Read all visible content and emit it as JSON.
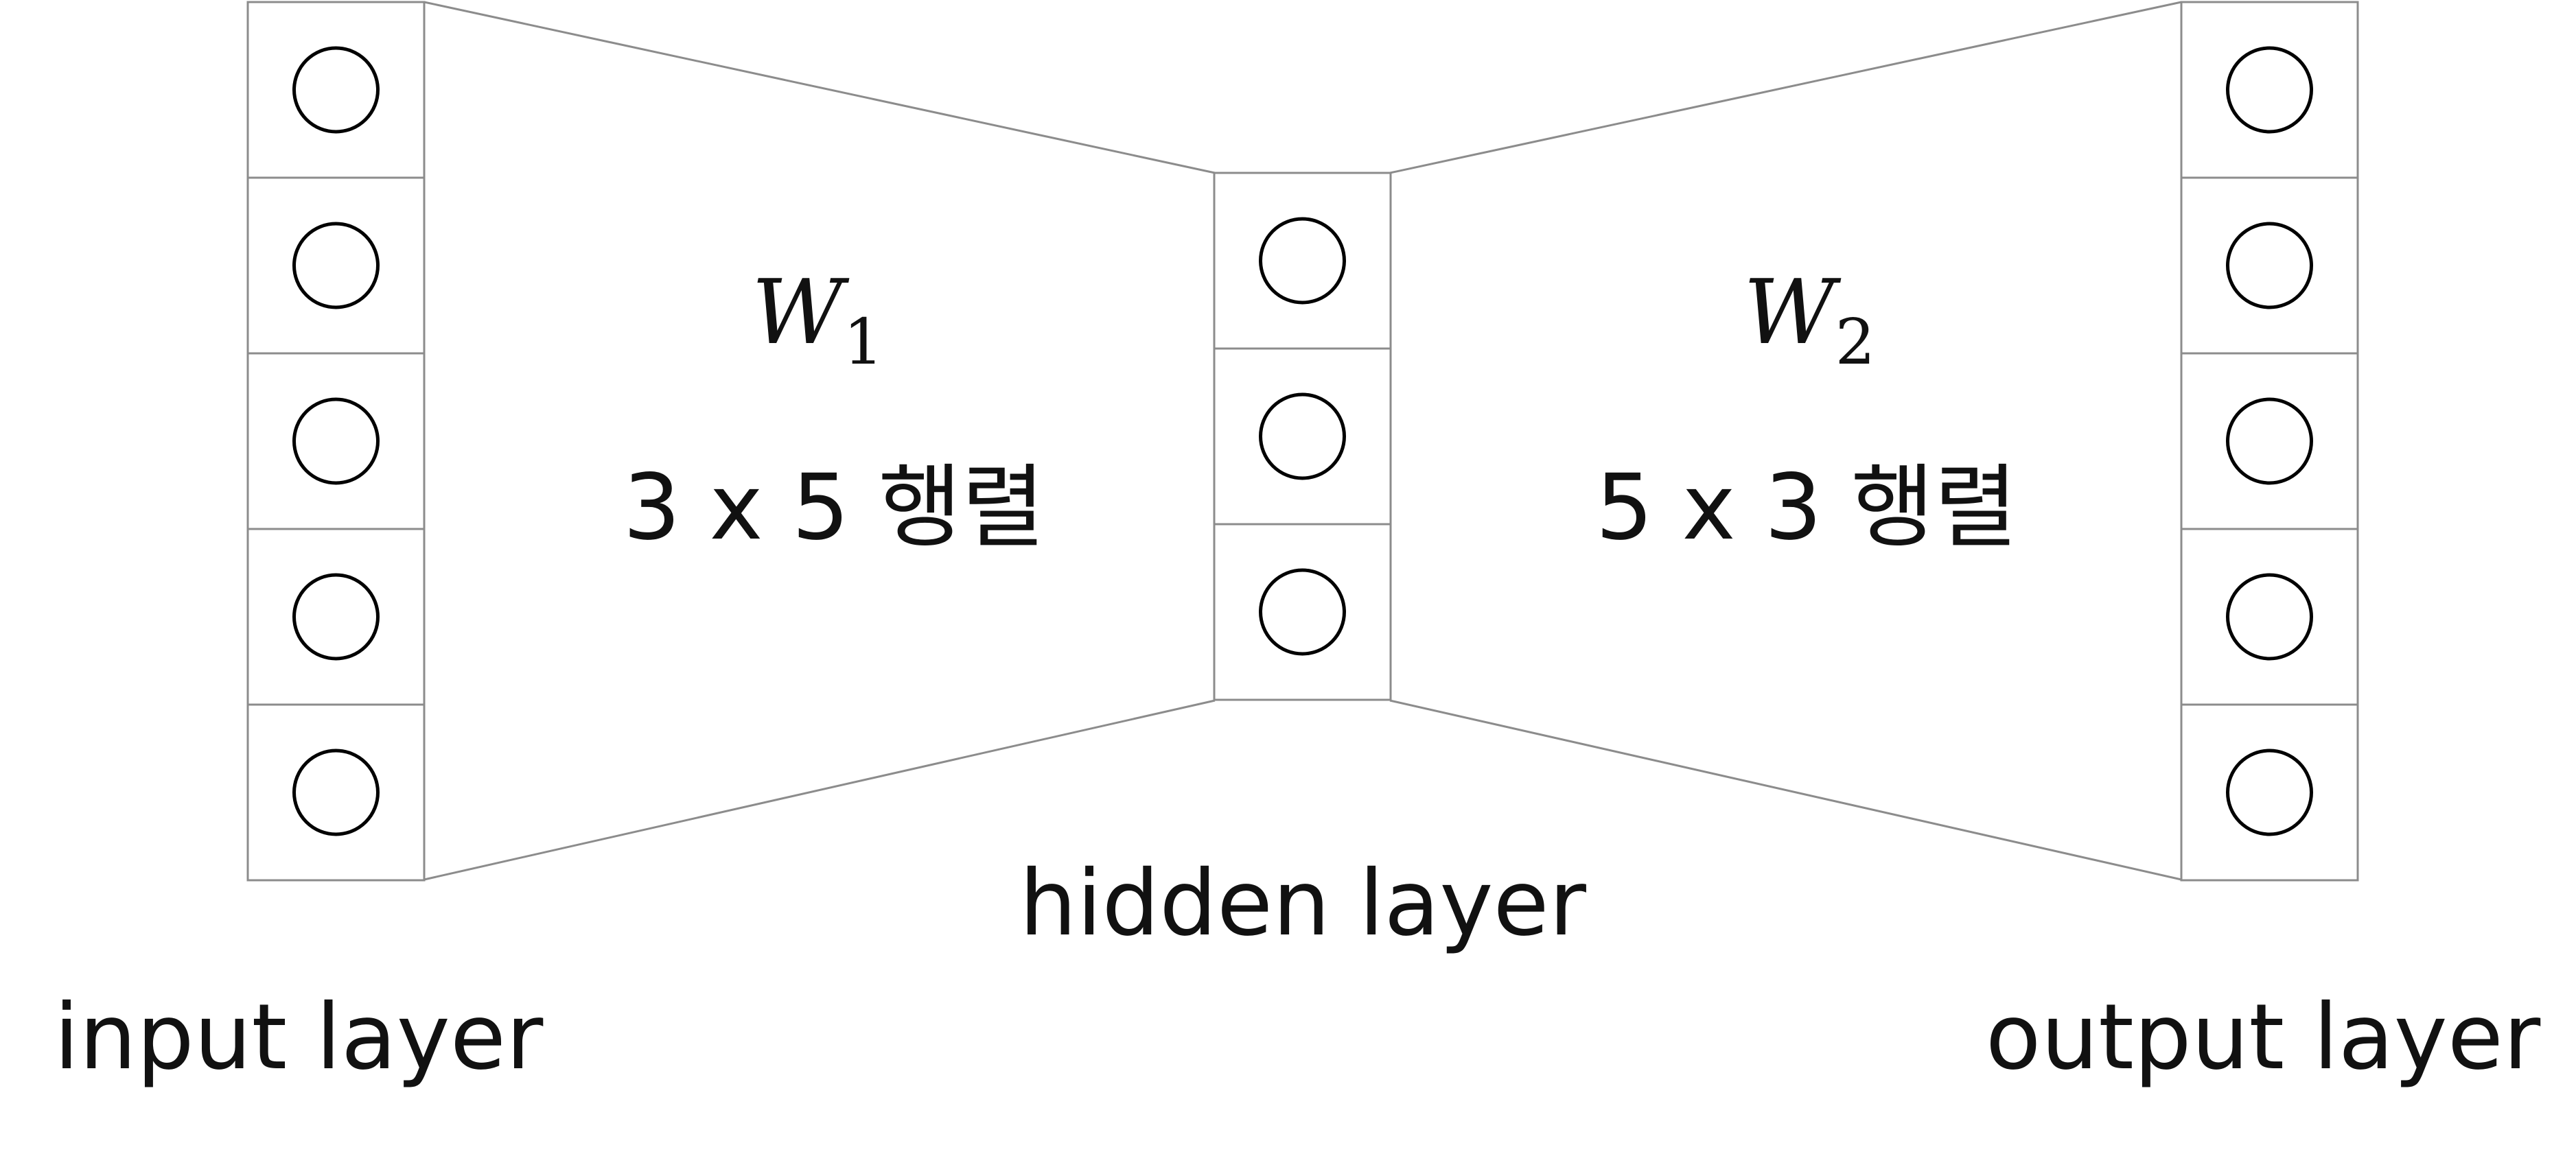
{
  "layers": {
    "input": {
      "label": "input layer",
      "node_count": 5
    },
    "hidden": {
      "label": "hidden layer",
      "node_count": 3
    },
    "output": {
      "label": "output layer",
      "node_count": 5
    }
  },
  "weights": [
    {
      "symbol": "W",
      "subscript": "1",
      "shape_label": "3 x 5 행렬"
    },
    {
      "symbol": "W",
      "subscript": "2",
      "shape_label": "5 x 3 행렬"
    }
  ]
}
